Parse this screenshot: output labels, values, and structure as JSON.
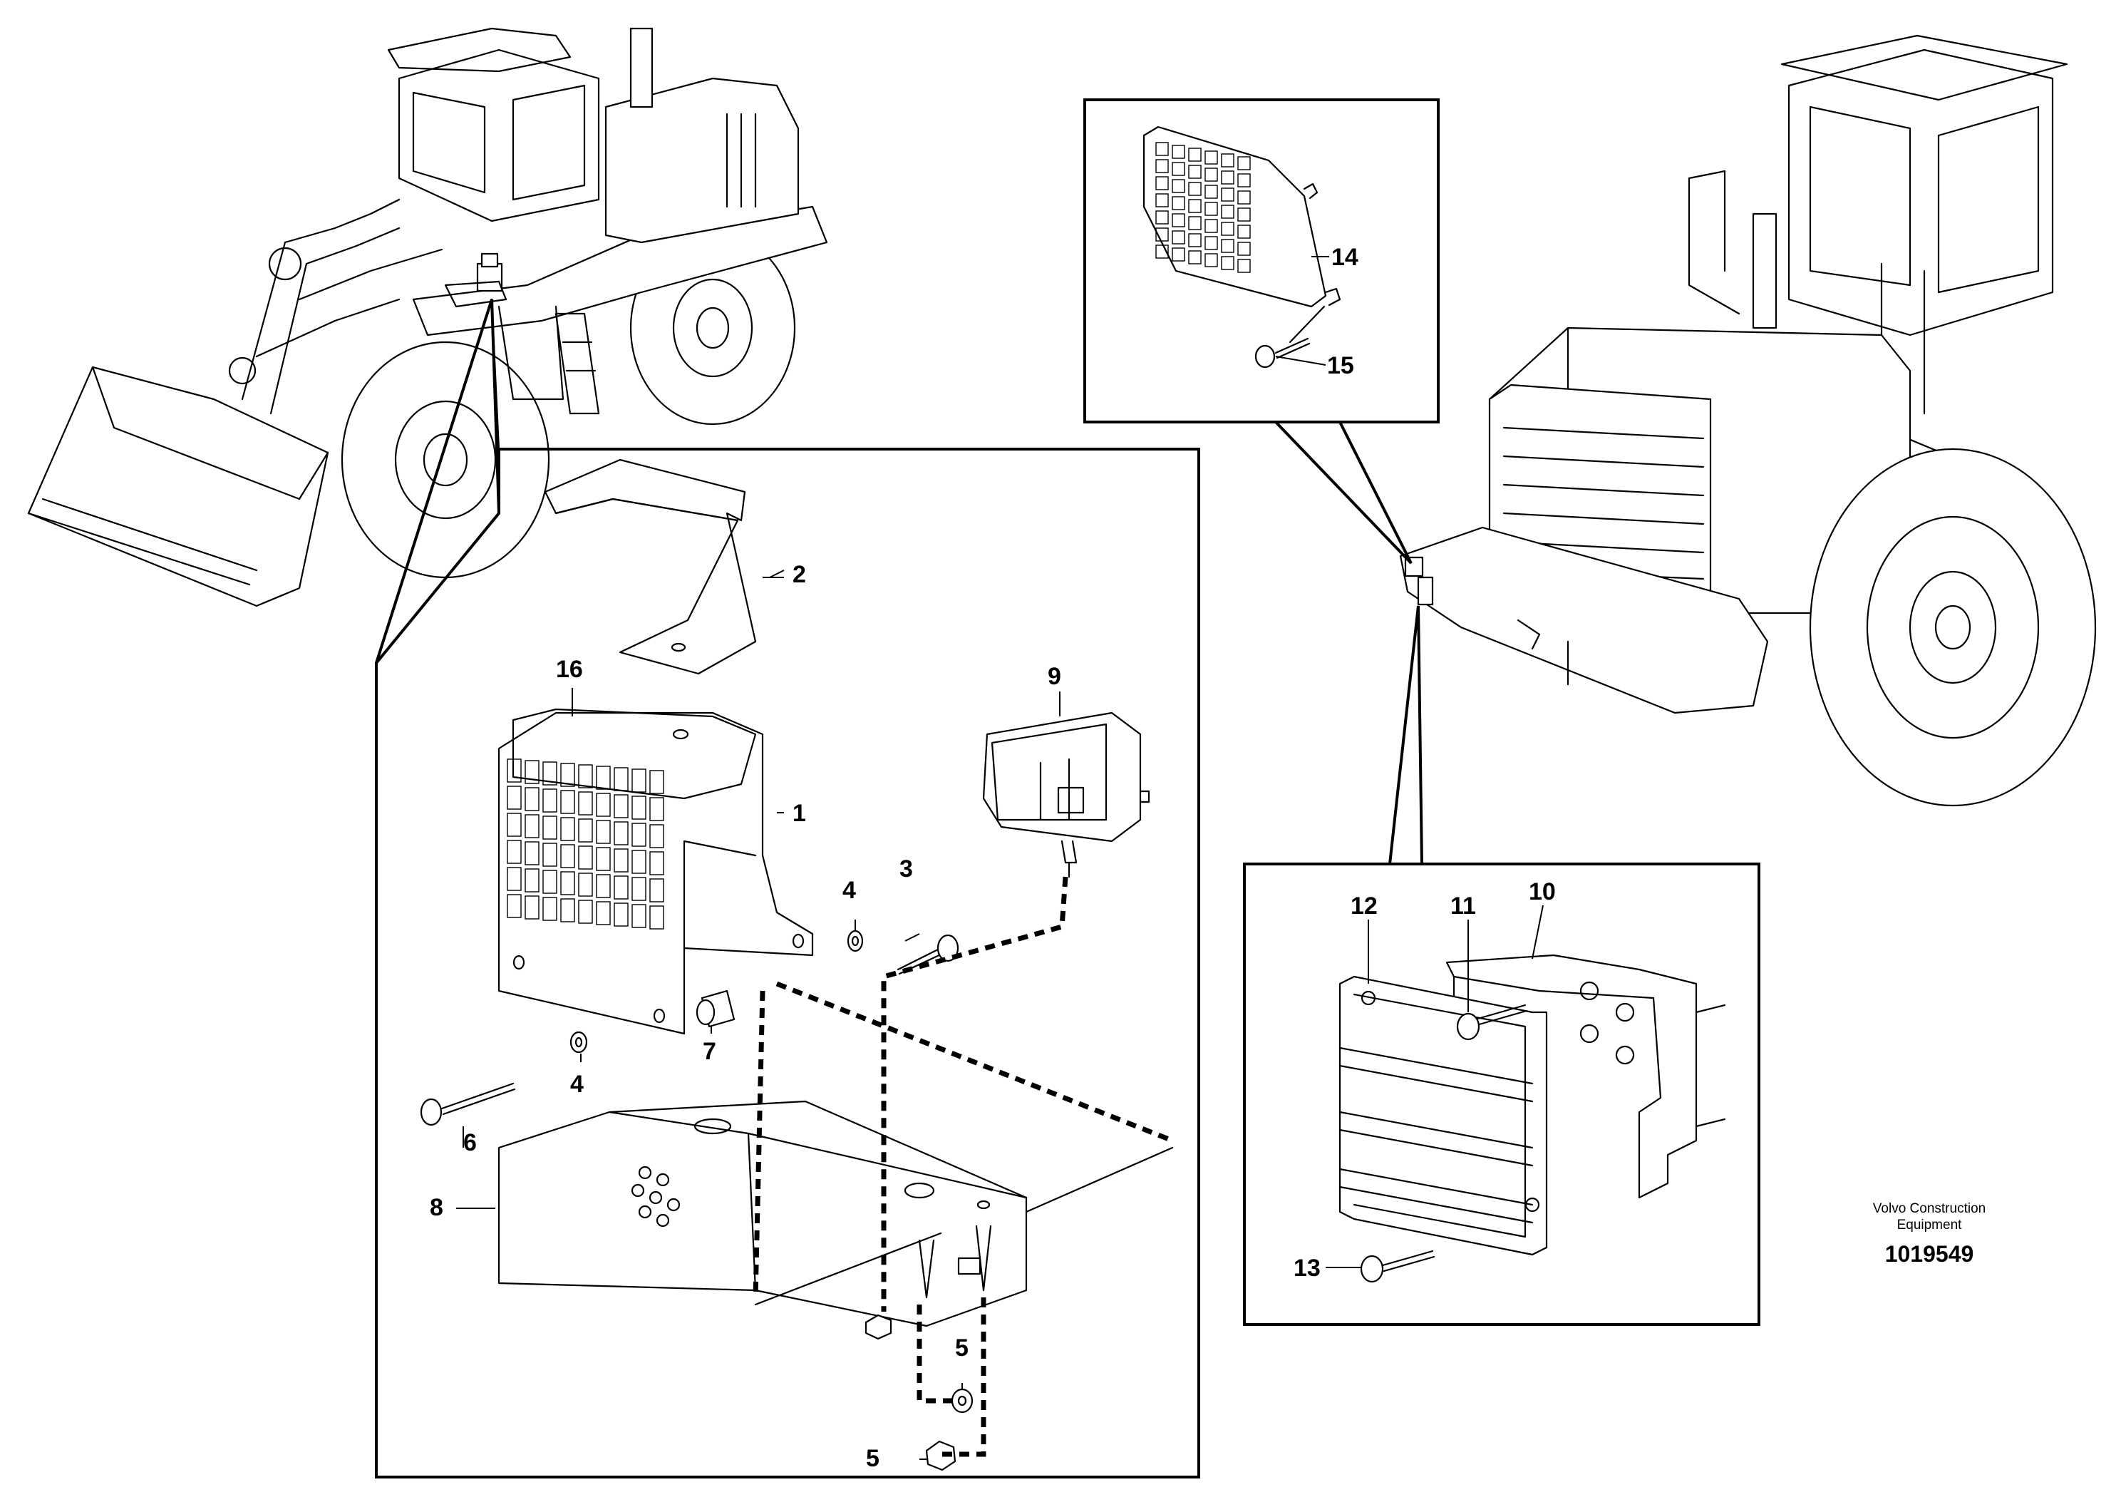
{
  "callouts": {
    "c1": "1",
    "c2": "2",
    "c3": "3",
    "c4a": "4",
    "c4b": "4",
    "c5a": "5",
    "c5b": "5",
    "c6": "6",
    "c7": "7",
    "c8": "8",
    "c9": "9",
    "c10": "10",
    "c11": "11",
    "c12": "12",
    "c13": "13",
    "c14": "14",
    "c15": "15",
    "c16": "16"
  },
  "footer": {
    "brand_line1": "Volvo Construction",
    "brand_line2": "Equipment",
    "doc_number": "1019549"
  }
}
